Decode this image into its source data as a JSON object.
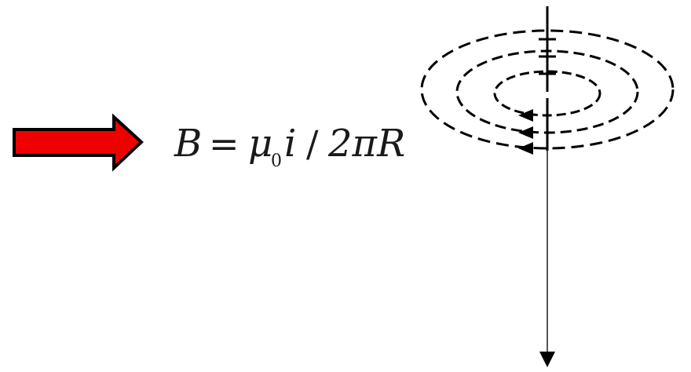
{
  "formula": {
    "lhs": "B",
    "equals": "=",
    "mu": "μ",
    "mu_subscript": "0",
    "current": "i",
    "slash": "/",
    "denominator": "2πR"
  },
  "colors": {
    "arrow_fill": "#ee0000",
    "arrow_outline": "#000000",
    "lines": "#000000",
    "wire": "#555555",
    "text": "#1a1a1a"
  },
  "icons": {
    "pointer": "right-arrow-icon",
    "current_direction": "down-arrow-icon"
  }
}
